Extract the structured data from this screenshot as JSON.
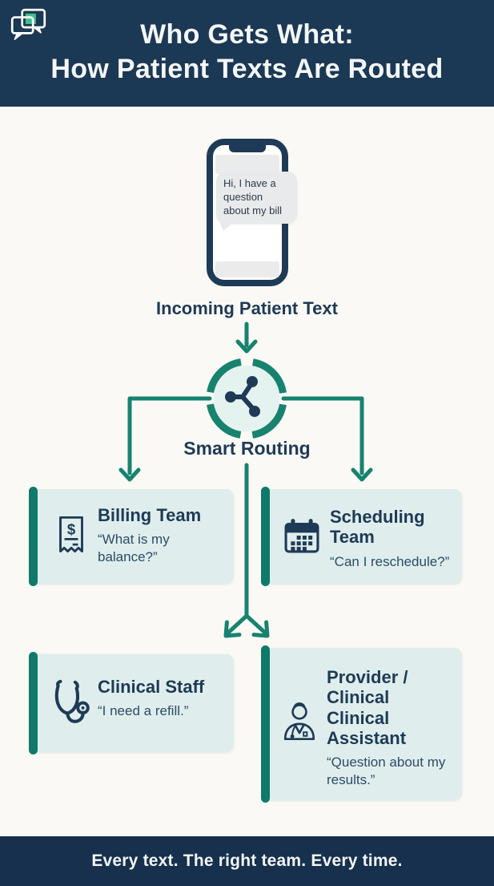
{
  "header": {
    "title_line1": "Who Gets What:",
    "title_line2": "How Patient Texts Are Routed"
  },
  "phone": {
    "message": "Hi, I have a\nquestion\nabout my bill"
  },
  "flow": {
    "incoming_label": "Incoming Patient Text",
    "routing_label": "Smart Routing"
  },
  "boxes": [
    {
      "icon": "receipt-dollar-icon",
      "title": "Billing Team",
      "quote": "“What is my\nbalance?”"
    },
    {
      "icon": "calendar-icon",
      "title": "Scheduling Team",
      "quote": "“Can I reschedule?”"
    },
    {
      "icon": "stethoscope-icon",
      "title": "Clinical Staff",
      "quote": "“I need a refill.”"
    },
    {
      "icon": "doctor-icon",
      "title": "Provider /\nClinical\nClinical\nAssistant",
      "quote": "“Question about my\nresults.”"
    }
  ],
  "footer": {
    "text": "Every text. The right team. Every time."
  },
  "colors": {
    "navy": "#1e3a56",
    "header_bg": "#1b3854",
    "footer_bg": "#16304d",
    "teal": "#17836f",
    "accent_bar": "#0f7a6a",
    "box_bg": "#dfeeed",
    "circle_fill": "#e4f2f0",
    "bubble_bg": "#e8eaec",
    "page_bg": "#faf9f6",
    "logo_green": "#42c08b"
  }
}
